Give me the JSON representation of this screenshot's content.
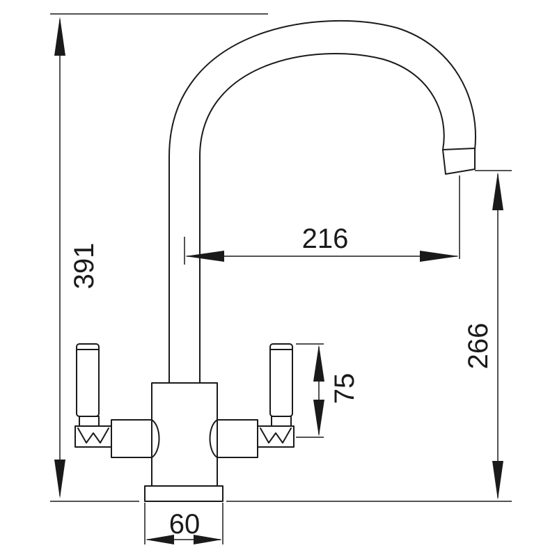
{
  "dimensions": {
    "overall_height": "391",
    "spout_height": "266",
    "spout_reach": "216",
    "handle_height": "75",
    "base_width": "60"
  },
  "colors": {
    "line": "#1a1a1a",
    "background": "#ffffff"
  }
}
